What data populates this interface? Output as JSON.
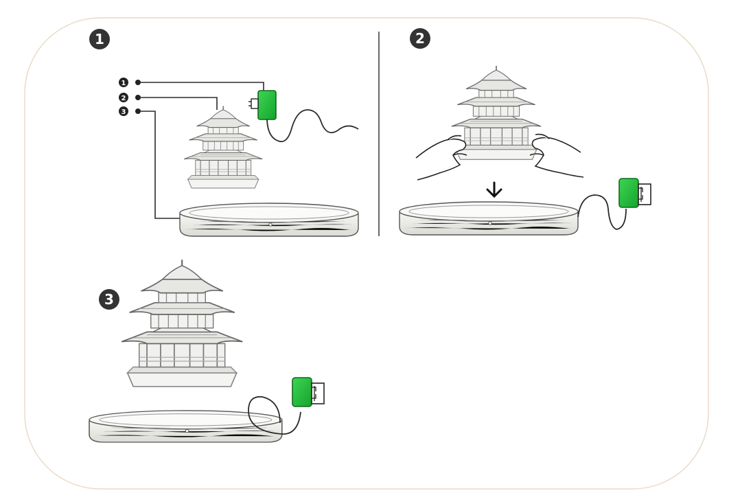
{
  "steps": [
    {
      "number": "1",
      "callouts": [
        "1",
        "2",
        "3"
      ]
    },
    {
      "number": "2"
    },
    {
      "number": "3"
    }
  ],
  "colors": {
    "adapter": "#1fb83a",
    "adapter_dark": "#0e6a1e",
    "badge": "#333333",
    "frame": "#e8d9c6",
    "wood": "#eeeeea"
  },
  "icons": [
    "pagoda-model-icon",
    "levitation-base-icon",
    "power-adapter-icon",
    "wall-outlet-icon",
    "hands-icon",
    "down-arrow-icon"
  ]
}
